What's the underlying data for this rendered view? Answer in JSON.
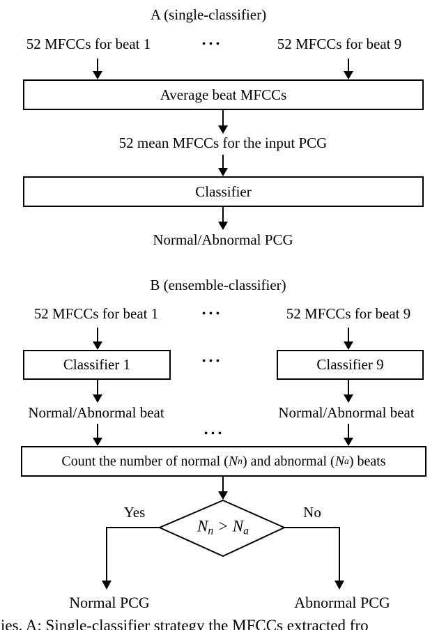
{
  "figure": {
    "section_a": {
      "title": "A (single-classifier)",
      "input_left": "52 MFCCs for beat 1",
      "input_right": "52 MFCCs for beat 9",
      "ellipsis": "•••",
      "average_box_label": "Average beat MFCCs",
      "mean_mfcc_label": "52 mean MFCCs for the input PCG",
      "classifier_box_label": "Classifier",
      "output_label": "Normal/Abnormal PCG"
    },
    "section_b": {
      "title": "B (ensemble-classifier)",
      "input_left": "52 MFCCs for beat 1",
      "input_right": "52 MFCCs for beat 9",
      "ellipsis": "•••",
      "classifier1_box_label": "Classifier 1",
      "classifier9_box_label": "Classifier 9",
      "beat_result_left": "Normal/Abnormal beat",
      "beat_result_right": "Normal/Abnormal beat",
      "count_box": {
        "text_before_nn": "Count the number of normal (",
        "nn_symbol": "N",
        "nn_subscript": "n",
        "text_between": ") and abnormal (",
        "na_symbol": "N",
        "na_subscript": "a",
        "text_after": ") beats"
      },
      "decision": {
        "yes_label": "Yes",
        "no_label": "No",
        "lhs_symbol": "N",
        "lhs_subscript": "n",
        "operator": ">",
        "rhs_symbol": "N",
        "rhs_subscript": "a"
      },
      "output_normal": "Normal PCG",
      "output_abnormal": "Abnormal PCG"
    },
    "caption_partial": "ies. A: Single-classifier strategy the MFCCs extracted fro"
  },
  "colors": {
    "background": "#ffffff",
    "ink": "#000000"
  }
}
